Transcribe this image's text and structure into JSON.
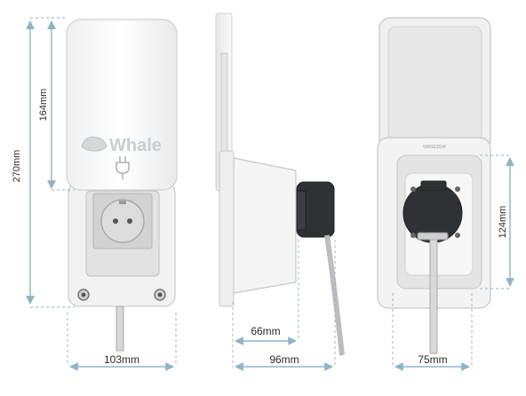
{
  "brand": {
    "name": "Whale",
    "color": "#c9ced2"
  },
  "dimensions": {
    "total_height": "270mm",
    "cover_height": "164mm",
    "front_width": "103mm",
    "side_depth_plug": "66mm",
    "side_depth_total": "96mm",
    "rear_inner_height": "124mm",
    "rear_width": "75mm"
  },
  "rear_label": "WASE2034",
  "colors": {
    "dimension_line": "#8fb3c4",
    "plug": "#2f3235"
  }
}
